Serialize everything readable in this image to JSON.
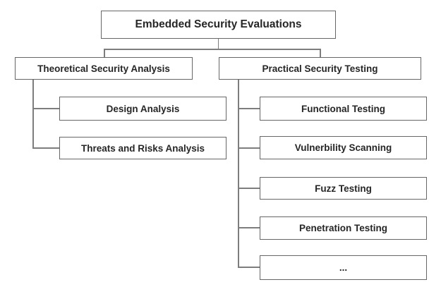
{
  "figure": {
    "type": "hierarchy-diagram",
    "title": "Embedded Security Evaluations"
  },
  "colors": {
    "background": "#ffffff",
    "box_border": "#666666",
    "connector": "#7d7d7d",
    "text": "#262626"
  },
  "tree": {
    "root": {
      "label": "Embedded Security Evaluations",
      "children": [
        {
          "label": "Theoretical Security Analysis",
          "children": [
            {
              "label": "Design Analysis"
            },
            {
              "label": "Threats and Risks Analysis"
            }
          ]
        },
        {
          "label": "Practical Security Testing",
          "children": [
            {
              "label": "Functional Testing"
            },
            {
              "label": "Vulnerbility Scanning"
            },
            {
              "label": "Fuzz Testing"
            },
            {
              "label": "Penetration Testing"
            },
            {
              "label": "..."
            }
          ]
        }
      ]
    }
  }
}
